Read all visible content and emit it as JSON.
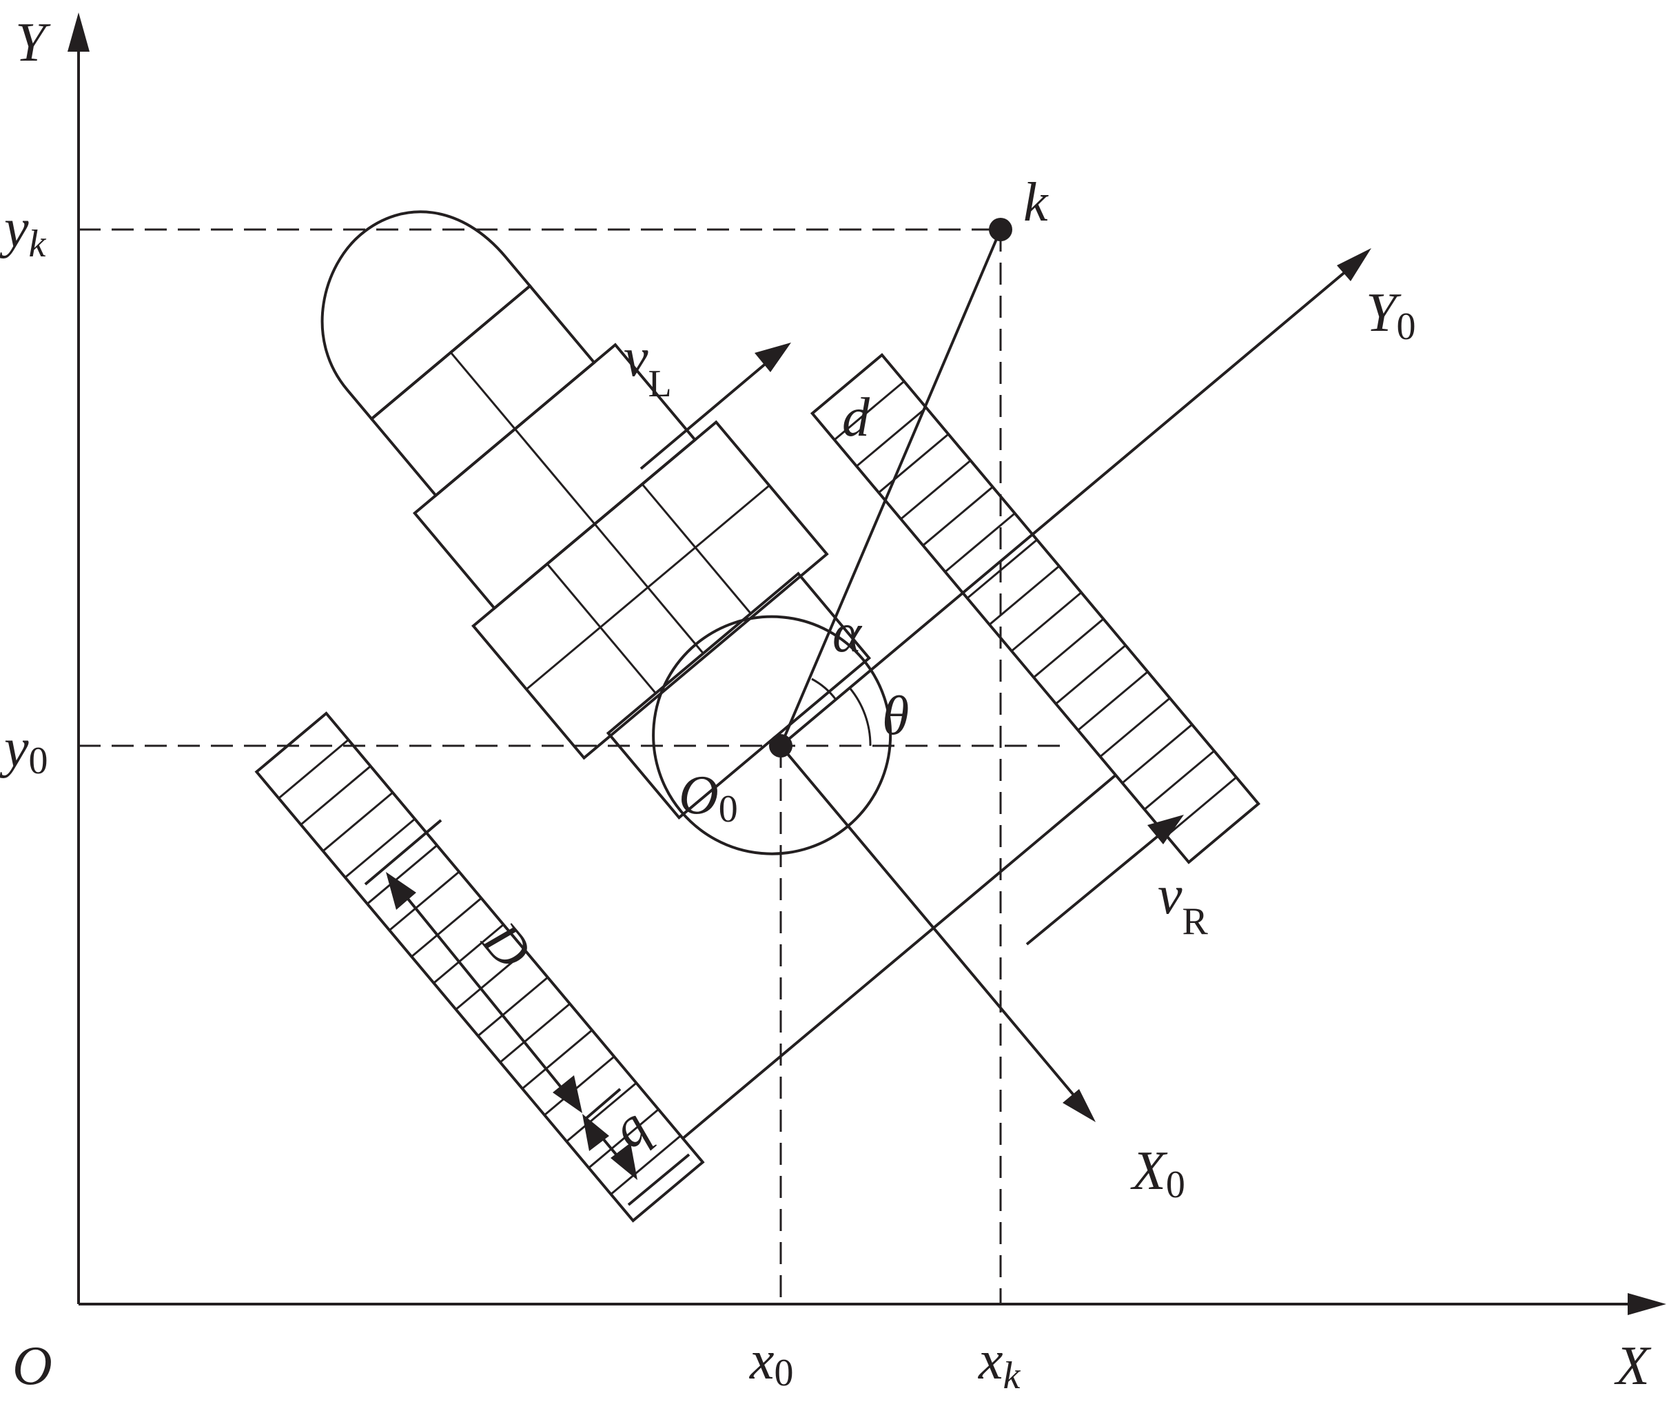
{
  "labels": {
    "axis_y": "Y",
    "axis_x": "X",
    "origin": "O",
    "y_k": {
      "base": "y",
      "sub": "k"
    },
    "y_0": {
      "base": "y",
      "sub": "0"
    },
    "x_0": {
      "base": "x",
      "sub": "0"
    },
    "x_k": {
      "base": "x",
      "sub": "k"
    },
    "point_k": "k",
    "distance_d": "d",
    "alpha": "α",
    "theta": "θ",
    "origin_O0": {
      "base": "O",
      "sub": "0"
    },
    "axis_Y0": {
      "base": "Y",
      "sub": "0"
    },
    "axis_X0": {
      "base": "X",
      "sub": "0"
    },
    "v_L": {
      "base": "v",
      "sub": "L"
    },
    "v_R": {
      "base": "v",
      "sub": "R"
    },
    "D": "D",
    "b": "b"
  },
  "colors": {
    "stroke": "#231f20",
    "nose_fill": "#e0e0e0",
    "background": "#ffffff"
  }
}
